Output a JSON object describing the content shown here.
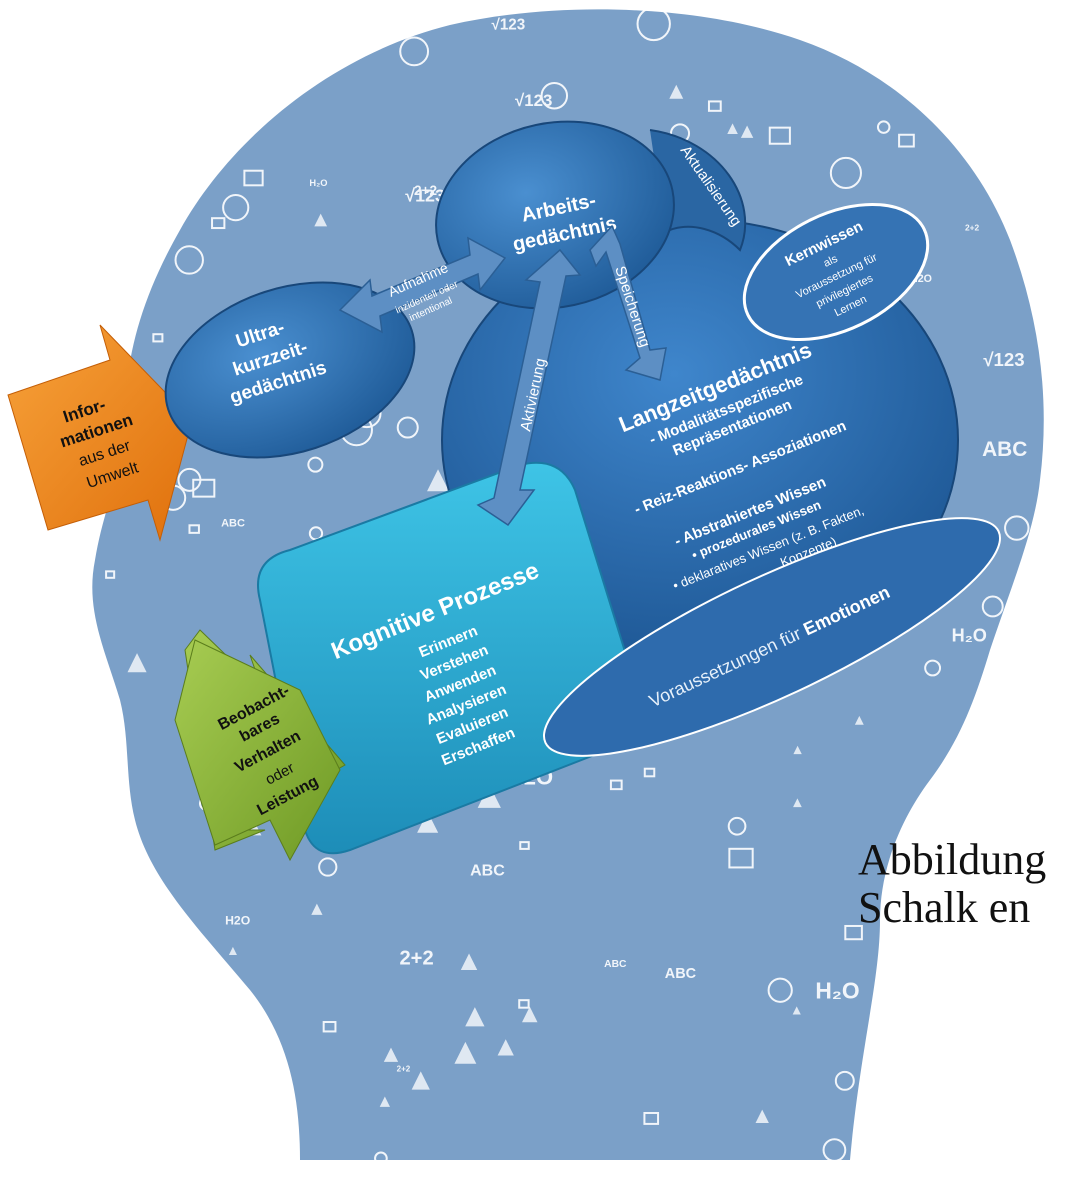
{
  "labels": {
    "info_arrow": [
      "Infor-",
      "mationen",
      "aus der",
      "Umwelt"
    ],
    "ultra": [
      "Ultra-",
      "kurzzeit-",
      "gedächtnis"
    ],
    "aufnahme": "Aufnahme",
    "aufnahme_sub": [
      "inzidentell oder",
      "intentional"
    ],
    "arbeits": [
      "Arbeits-",
      "gedächtnis"
    ],
    "aktualisierung": "Aktualisierung",
    "speicherung": "Speicherung",
    "aktivierung": "Aktivierung",
    "langzeit_title": "Langzeitgedächtnis",
    "langzeit_lines": [
      "- Modalitätsspezifische",
      "Repräsentationen",
      "",
      "- Reiz-Reaktions- Assoziationen",
      "",
      "- Abstrahiertes Wissen",
      "• prozedurales Wissen",
      "• deklaratives Wissen (z. B. Fakten,",
      "Konzepte)"
    ],
    "kernwissen_title": "Kernwissen",
    "kernwissen_lines": [
      "als",
      "Voraussetzung für",
      "privilegiertes",
      "Lernen"
    ],
    "emotionen_prefix": "Voraussetzungen für ",
    "emotionen_bold": "Emotionen",
    "kognitive_title": "Kognitive Prozesse",
    "kognitive_items": [
      "Erinnern",
      "Verstehen",
      "Anwenden",
      "Analysieren",
      "Evaluieren",
      "Erschaffen"
    ],
    "verhalten": [
      "Beobacht-",
      "bares",
      "Verhalten",
      "oder",
      "Leistung"
    ]
  },
  "caption": {
    "line1": "Abbildung",
    "line2": "Schalk en"
  },
  "background": {
    "icon_glyphs": [
      "H2O",
      "2+2",
      "ABC",
      "√123",
      "H₂O"
    ]
  },
  "colors": {
    "head_icons": "#5b88b8",
    "bubble_dark": "#2c6aa8",
    "bubble_light": "#3b80c4",
    "cyan_box": "#2fa9cf",
    "orange_arrow": "#f08a1c",
    "green_arrow": "#8bb43a",
    "arrow_fill": "#5d8fc4"
  }
}
